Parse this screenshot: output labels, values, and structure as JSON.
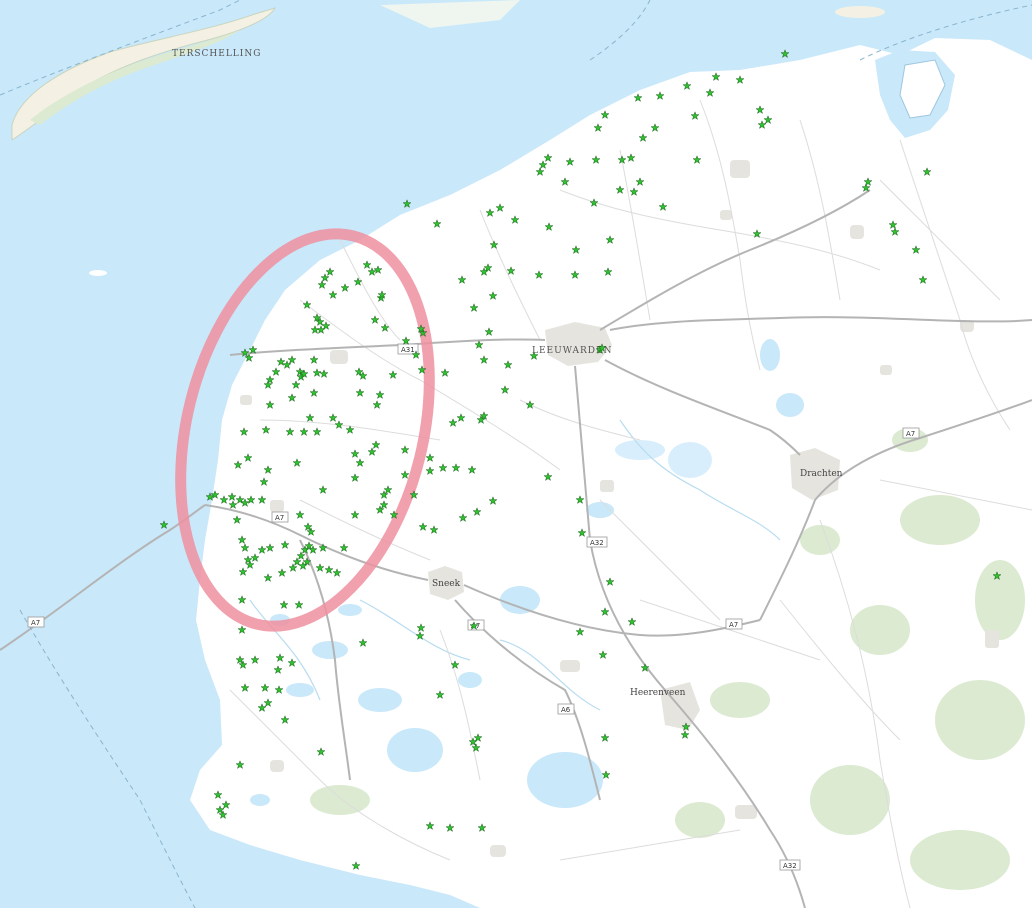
{
  "map": {
    "colors": {
      "water": "#c9e8fa",
      "land": "#ffffff",
      "inner_water": "#d8eefc",
      "urban": "#e6e4df",
      "green": "#dbead0",
      "marker_fill": "#2fc12f",
      "marker_stroke": "#1d5e1d",
      "highlight_ring": "#ee8f9f"
    },
    "places": {
      "terschelling": "TERSCHELLING",
      "leeuwarden": "LEEUWARDEN",
      "drachten": "Drachten",
      "sneek": "Sneek",
      "heerenveen": "Heerenveen"
    },
    "road_shields": {
      "a31": "A31",
      "a7_west": "A7",
      "a7_sea": "A7",
      "a7_sneek": "A7",
      "a7_mid": "A7",
      "a7_east": "A7",
      "a32_north": "A32",
      "a32_south": "A32",
      "a6": "A6"
    },
    "marker_icon": "star-marker-icon",
    "highlight_icon": "highlight-ellipse"
  }
}
